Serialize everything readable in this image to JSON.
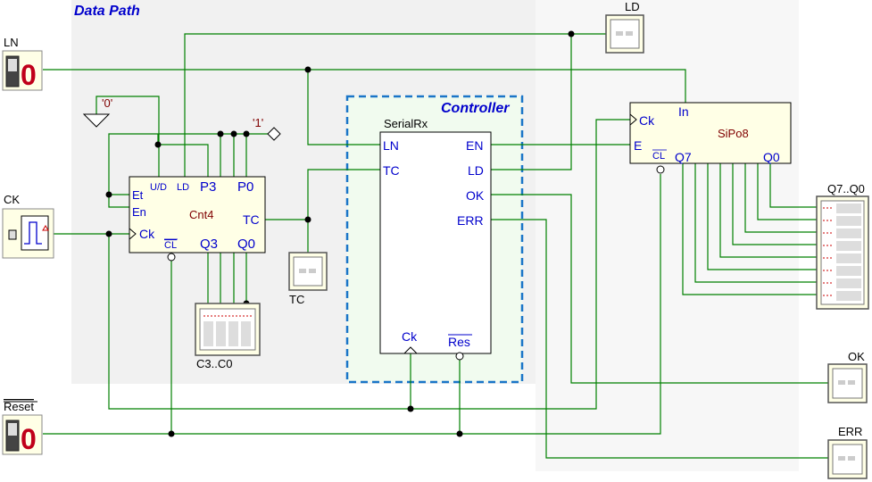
{
  "title": "Data Path",
  "controller_title": "Controller",
  "inputs": {
    "ln": {
      "label": "LN",
      "value": "0"
    },
    "ck": {
      "label": "CK"
    },
    "reset": {
      "label": "Reset",
      "value": "0"
    }
  },
  "const_zero": "'0'",
  "const_one": "'1'",
  "cnt4": {
    "name": "Cnt4",
    "pins": {
      "et": "Et",
      "en": "En",
      "ck": "Ck",
      "cl": "CL",
      "ud": "U/D",
      "ld": "LD",
      "p3": "P3",
      "p0": "P0",
      "tc": "TC",
      "q3": "Q3",
      "q0": "Q0"
    }
  },
  "serialrx": {
    "name": "SerialRx",
    "pins": {
      "ln": "LN",
      "tc": "TC",
      "en": "EN",
      "ld": "LD",
      "ok": "OK",
      "err": "ERR",
      "ck": "Ck",
      "res": "Res"
    }
  },
  "sipo8": {
    "name": "SiPo8",
    "pins": {
      "ck": "Ck",
      "e": "E",
      "in": "In",
      "cl": "CL",
      "q7": "Q7",
      "q0": "Q0"
    }
  },
  "outputs": {
    "ld": "LD",
    "tc": "TC",
    "c3c0": "C3..C0",
    "q7q0": "Q7..Q0",
    "ok": "OK",
    "err": "ERR"
  },
  "colors": {
    "wire": "#008000",
    "dot": "#000000",
    "pin_label": "#0000cc",
    "comp_name": "#800000",
    "component_fill": "#ffffe6",
    "controller_border": "#1a75c8",
    "led_off": "#c0001a"
  }
}
